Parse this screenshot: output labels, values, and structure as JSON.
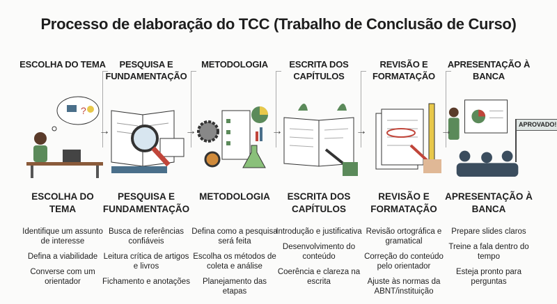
{
  "title": "Processo de elaboração do TCC (Trabalho de Conclusão de Curso)",
  "steps": [
    {
      "heading": "ESCOLHA DO TEMA",
      "icon": "student-thinking-illustration",
      "bullets": [
        "Identifique um assunto de interesse",
        "Defina a viabilidade",
        "Converse com um orientador"
      ]
    },
    {
      "heading": "PESQUISA E FUNDAMENTAÇÃO",
      "icon": "books-magnifier-illustration",
      "bullets": [
        "Busca de referências confiáveis",
        "Leitura crítica de artigos e livros",
        "Fichamento e anotações"
      ]
    },
    {
      "heading": "METODOLOGIA",
      "icon": "gears-checklist-flask-illustration",
      "bullets": [
        "Defina como a pesquisa será feita",
        "Escolha os métodos de coleta e análise",
        "Planejamento das etapas"
      ]
    },
    {
      "heading": "ESCRITA DOS CAPÍTULOS",
      "icon": "open-notebook-writing-illustration",
      "bullets": [
        "Introdução e justificativa",
        "Desenvolvimento do conteúdo",
        "Coerência e clareza na escrita"
      ]
    },
    {
      "heading": "REVISÃO E FORMATAÇÃO",
      "icon": "document-review-illustration",
      "bullets": [
        "Revisão ortográfica e gramatical",
        "Correção do conteúdo pelo orientador",
        "Ajuste às normas da ABNT/instituição"
      ]
    },
    {
      "heading": "APRESENTAÇÃO À BANCA",
      "icon": "presentation-illustration",
      "bullets": [
        "Prepare slides claros",
        "Treine a fala dentro do tempo",
        "Esteja pronto para perguntas"
      ],
      "flag": "APROVADO!"
    }
  ],
  "colors": {
    "green": "#5b8a5a",
    "blue": "#4a6f8a",
    "orange": "#d08a3a",
    "red": "#c0453a"
  }
}
